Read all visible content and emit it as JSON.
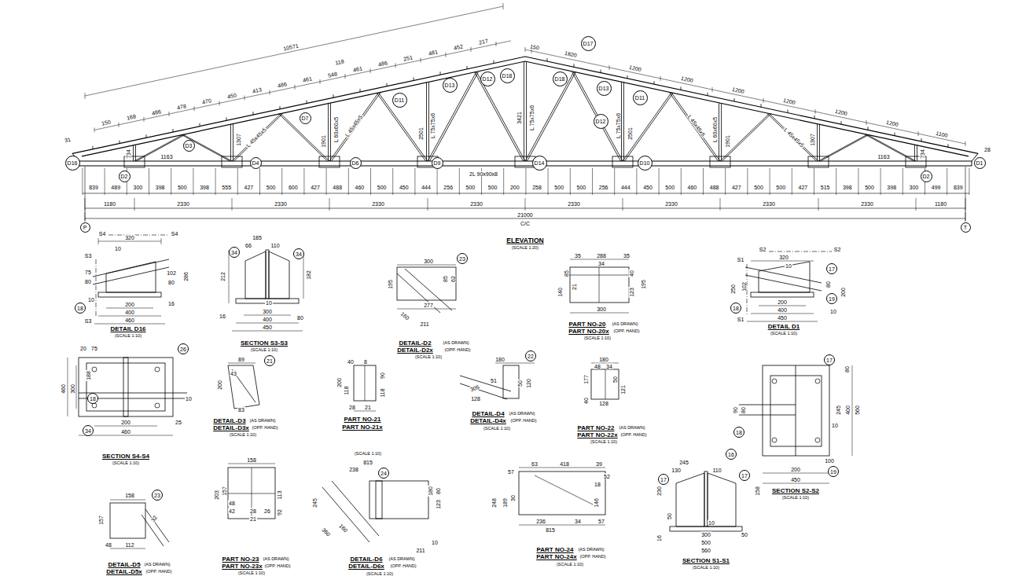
{
  "diagram": {
    "nodes": [
      {
        "text": [
          "D16"
        ]
      },
      {
        "text": [
          "D2"
        ]
      },
      {
        "text": [
          "D3"
        ]
      },
      {
        "text": [
          "D4"
        ]
      },
      {
        "text": [
          "D7"
        ]
      },
      {
        "text": [
          "D6"
        ]
      },
      {
        "text": [
          "D11"
        ]
      },
      {
        "text": [
          "D13"
        ]
      },
      {
        "text": [
          "D9"
        ]
      },
      {
        "text": [
          "D12"
        ]
      },
      {
        "text": [
          "D18"
        ]
      },
      {
        "text": [
          "D14"
        ]
      },
      {
        "text": [
          "D17"
        ]
      },
      {
        "text": [
          "D18"
        ]
      },
      {
        "text": [
          "D13"
        ]
      },
      {
        "text": [
          "D12"
        ]
      },
      {
        "text": [
          "D11"
        ]
      },
      {
        "text": [
          "D10"
        ]
      },
      {
        "text": [
          "D1"
        ]
      },
      {
        "text": [
          "D2"
        ]
      },
      {
        "text": [
          "P"
        ]
      },
      {
        "text": [
          "T"
        ]
      },
      {
        "text": [
          "18"
        ]
      },
      {
        "text": [
          "34"
        ]
      },
      {
        "text": [
          "34"
        ]
      },
      {
        "text": [
          "23"
        ]
      },
      {
        "text": [
          "17"
        ]
      },
      {
        "text": [
          "19"
        ]
      },
      {
        "text": [
          "18"
        ]
      },
      {
        "text": [
          "26"
        ]
      },
      {
        "text": [
          "18"
        ]
      },
      {
        "text": [
          "34"
        ]
      },
      {
        "text": [
          "21"
        ]
      },
      {
        "text": [
          "22"
        ]
      },
      {
        "text": [
          "17"
        ]
      },
      {
        "text": [
          "18"
        ]
      },
      {
        "text": [
          "19"
        ]
      },
      {
        "text": [
          "23"
        ]
      },
      {
        "text": [
          "24"
        ]
      },
      {
        "text": [
          "17"
        ]
      },
      {
        "text": [
          "16"
        ]
      },
      {
        "text": [
          "17"
        ]
      }
    ],
    "labels": [
      "31",
      "10571",
      "118",
      "217",
      "452",
      "481",
      "251",
      "486",
      "461",
      "548",
      "461",
      "486",
      "413",
      "450",
      "470",
      "478",
      "486",
      "168",
      "150",
      "150",
      "1820",
      "1200",
      "1200",
      "1200",
      "1200",
      "1200",
      "1200",
      "1100",
      "28",
      "2L 90x90x8",
      "3421",
      "L 75x75x6",
      "L 75x75x6",
      "2501",
      "L 75x75x6",
      "2501",
      "L 60x60x5",
      "1901",
      "L 60x60x5",
      "1901",
      "1307",
      "1307",
      "734",
      "734",
      "L 45x45x5",
      "L 45x45x5",
      "L 45x45x5",
      "L 45x45x5",
      "1163",
      "1163",
      "839",
      "489",
      "300",
      "398",
      "500",
      "398",
      "555",
      "427",
      "500",
      "600",
      "427",
      "488",
      "460",
      "500",
      "450",
      "444",
      "256",
      "500",
      "500",
      "200",
      "258",
      "500",
      "500",
      "256",
      "444",
      "450",
      "500",
      "460",
      "488",
      "427",
      "500",
      "500",
      "427",
      "515",
      "398",
      "500",
      "398",
      "300",
      "499",
      "839",
      "1180",
      "2330",
      "2330",
      "2330",
      "2330",
      "2330",
      "2330",
      "2330",
      "2330",
      "1180",
      "21000",
      "C/C",
      "ELEVATION",
      "(SCALE 1:20)",
      "S4",
      "S4",
      "S3",
      "320",
      "10",
      "75",
      "80",
      "102",
      "80",
      "286",
      "10",
      "16",
      "200",
      "400",
      "460",
      "S3",
      "DETAIL D16",
      "(SCALE 1:10)",
      "185",
      "66",
      "110",
      "212",
      "182",
      "10",
      "16",
      "300",
      "400",
      "450",
      "80",
      "SECTION S3-S3",
      "(SCALE 1:10)",
      "300",
      "195",
      "85",
      "62",
      "277",
      "160",
      "211",
      "DETAIL-D2",
      "(AS DRAWN)",
      "DETAIL-D2x",
      "(OPP. HAND)",
      "(SCALE 1:10)",
      "35",
      "288",
      "35",
      "34",
      "85",
      "140",
      "21",
      "40",
      "123",
      "195",
      "300",
      "PART NO-20",
      "(AS DRAWN)",
      "PART NO-20x",
      "(OPP. HAND)",
      "(SCALE 1:10)",
      "S2",
      "S2",
      "S1",
      "320",
      "10",
      "250",
      "102",
      "80",
      "200",
      "10",
      "200",
      "400",
      "450",
      "S1",
      "DETAIL D1",
      "(SCALE 1:10)",
      "20",
      "75",
      "460",
      "300",
      "188",
      "10",
      "200",
      "25",
      "460",
      "SECTION S4-S4",
      "(SCALE 1:10)",
      "89",
      "43",
      "200",
      "83",
      "DETAIL-D3",
      "(AS DRAWN)",
      "DETAIL-D3x",
      "(OPP. HAND)",
      "(SCALE 1:10)",
      "40",
      "8",
      "200",
      "118",
      "90",
      "118",
      "28",
      "21",
      "PART NO-21",
      "PART NO-21x",
      "180",
      "51",
      "305",
      "50",
      "120",
      "128",
      "DETAIL-D4",
      "(AS DRAWN)",
      "DETAIL-D4x",
      "(OPP. HAND)",
      "(SCALE 1:10)",
      "180",
      "48",
      "34",
      "177",
      "50",
      "121",
      "40",
      "128",
      "PART NO-22",
      "(AS DRAWN)",
      "PART NO-22x",
      "(OPP. HAND)",
      "(SCALE 1:10)",
      "80",
      "245",
      "400",
      "560",
      "10",
      "90",
      "80",
      "100",
      "200",
      "450",
      "SECTION S2-S2",
      "(SCALE 1:10)",
      "158",
      "157",
      "32",
      "48",
      "112",
      "DETAIL-D5",
      "(AS DRAWN)",
      "DETAIL-D5x",
      "(OPP. HAND)",
      "158",
      "157",
      "203",
      "113",
      "92",
      "48",
      "42",
      "28",
      "21",
      "26",
      "PART NO-23",
      "(AS DRAWN)",
      "PART NO-23x",
      "(OPP. HAND)",
      "(SCALE 1:10)",
      "(SCALE 1:10)",
      "815",
      "238",
      "245",
      "360",
      "160",
      "180",
      "80",
      "123",
      "10",
      "211",
      "DETAIL-D6",
      "(AS DRAWN)",
      "DETAIL-D6x",
      "(OPP. HAND)",
      "(SCALE 1:10)",
      "63",
      "418",
      "39",
      "57",
      "52",
      "18",
      "248",
      "189",
      "30",
      "146",
      "236",
      "34",
      "57",
      "815",
      "PART NO-24",
      "(AS DRAWN)",
      "PART NO-24x",
      "(OPP. HAND)",
      "(SCALE 1:10)",
      "245",
      "130",
      "110",
      "230",
      "158",
      "50",
      "10",
      "300",
      "16",
      "500",
      "50",
      "560",
      "SECTION S1-S1",
      "(SCALE 1:10)"
    ]
  }
}
